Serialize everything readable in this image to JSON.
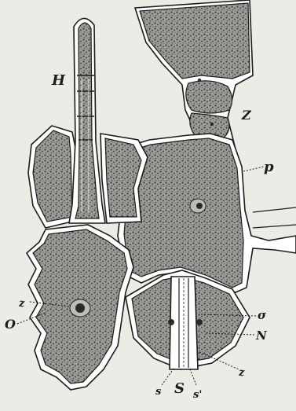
{
  "figure": {
    "labels": {
      "H": "H",
      "Z": "Z",
      "p": "p",
      "z_left": "z",
      "O": "O",
      "sigma": "σ",
      "N": "N",
      "z_bottom": "z",
      "s": "s",
      "S": "S",
      "s_prime": "s'"
    },
    "colors": {
      "paper": "#ecebe6",
      "ink": "#1c1c1c",
      "cell_wall": "#ffffff"
    }
  }
}
